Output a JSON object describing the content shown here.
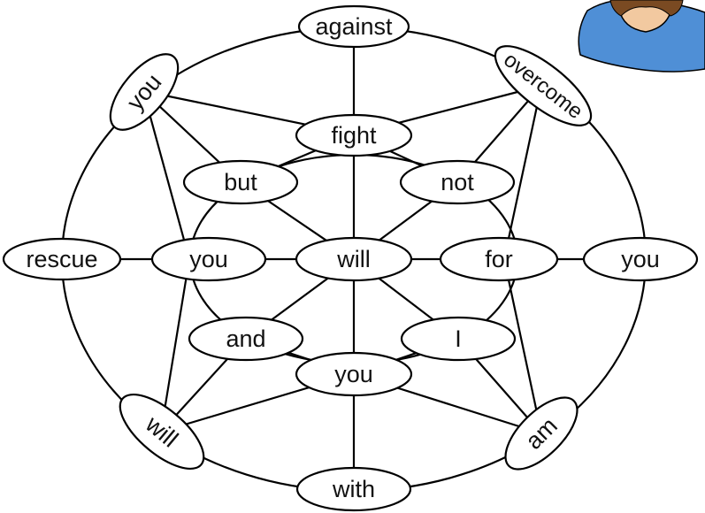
{
  "diagram": {
    "words": {
      "against": "against",
      "you_top_left": "you",
      "overcome": "overcome",
      "fight": "fight",
      "but": "but",
      "not": "not",
      "rescue": "rescue",
      "you_inner_left": "you",
      "will_center": "will",
      "for": "for",
      "you_right": "you",
      "and": "and",
      "i": "I",
      "you_bottom_center": "you",
      "will_bottom_left": "will",
      "am": "am",
      "with": "with"
    }
  },
  "colors": {
    "stroke": "#000000",
    "node_fill": "#ffffff",
    "figure_shirt": "#4f8fd6",
    "figure_hair": "#7a4a22",
    "figure_skin": "#f2c9a0"
  },
  "icons": {
    "corner_figure": "person-illustration-icon"
  }
}
